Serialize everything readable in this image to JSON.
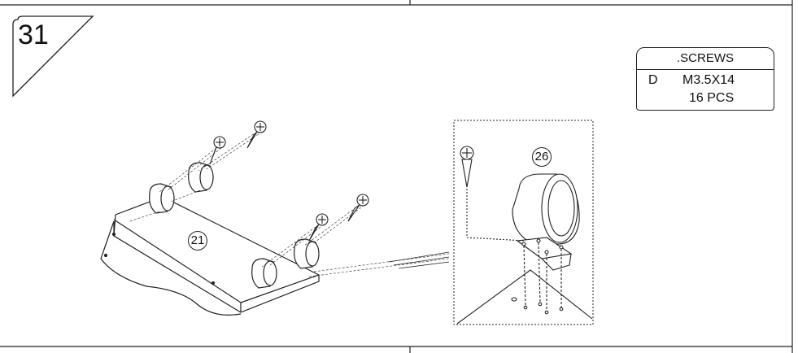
{
  "step": {
    "number": "31"
  },
  "parts": {
    "panel_label": "21",
    "caster_label": "26"
  },
  "screws": {
    "header": ".SCREWS",
    "letter": "D",
    "size": "M3.5X14",
    "quantity": "16 PCS"
  },
  "colors": {
    "line": "#222222",
    "background": "#ffffff"
  },
  "icons": [
    "screw-icon",
    "screwdriver-icon",
    "caster-wheel-icon"
  ]
}
